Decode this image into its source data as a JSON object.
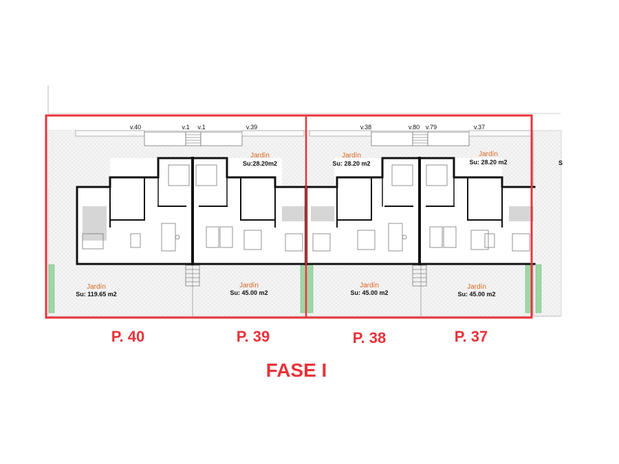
{
  "colors": {
    "highlight": "#e8323a",
    "garden_label": "#d9661f",
    "wall": "#111111",
    "hedge": "#9fd6a6",
    "patio": "#efefef"
  },
  "phase_label": "FASE I",
  "plots": [
    {
      "name": "P. 40",
      "garden_area": "Su: 119.65 m2"
    },
    {
      "name": "P. 39",
      "garden_area": "Su: 45.00 m2"
    },
    {
      "name": "P. 38",
      "garden_area": "Su: 45.00 m2"
    },
    {
      "name": "P. 37",
      "garden_area": "Su: 45.00 m2"
    }
  ],
  "top_gardens": [
    {
      "label": "Jardín",
      "area": "Su:28.20m2"
    },
    {
      "label": "Jardín",
      "area": "Su: 28.20 m2"
    },
    {
      "label": "Jardín",
      "area": "Su: 28.20 m2"
    }
  ],
  "bottom_garden_label": "Jardín",
  "unit_labels": [
    "v.40",
    "v.1",
    "v.1",
    "v.39",
    "v.38",
    "v.80",
    "v.79",
    "v.37"
  ],
  "edge_fragment": "S"
}
